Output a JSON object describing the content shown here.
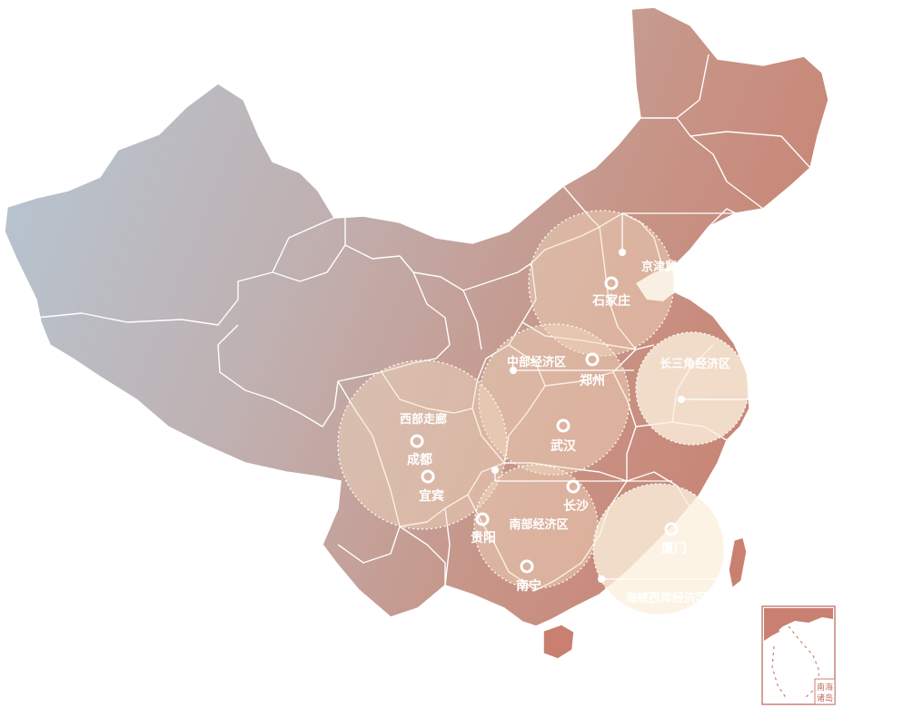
{
  "map": {
    "cities": [
      {
        "id": "shijiazhuang",
        "name": "石家庄"
      },
      {
        "id": "zhengzhou",
        "name": "郑州"
      },
      {
        "id": "wuhan",
        "name": "武汉"
      },
      {
        "id": "chengdu",
        "name": "成都"
      },
      {
        "id": "yibin",
        "name": "宜宾"
      },
      {
        "id": "changsha",
        "name": "长沙"
      },
      {
        "id": "guiyang",
        "name": "贵阳"
      },
      {
        "id": "nanning",
        "name": "南宁"
      },
      {
        "id": "xiamen",
        "name": "厦门"
      }
    ],
    "regions": [
      {
        "id": "jingjinji",
        "label": "京津冀经济区"
      },
      {
        "id": "central",
        "label": "中部经济区"
      },
      {
        "id": "yangtze",
        "label": "长三角经济区"
      },
      {
        "id": "western",
        "label": "西部走廊"
      },
      {
        "id": "southern",
        "label": "南部经济区"
      },
      {
        "id": "pearl",
        "label": "海峡西岸经济区"
      }
    ],
    "inset": {
      "label_line1": "南海",
      "label_line2": "诸岛"
    },
    "colors": {
      "gradient_start": "#b9c4cf",
      "gradient_end": "#c98272",
      "border": "#ffffff",
      "circle_fill": "#f3dcc0",
      "circle_fill_light": "#fbf0dd",
      "inset_border": "#c98272"
    }
  }
}
